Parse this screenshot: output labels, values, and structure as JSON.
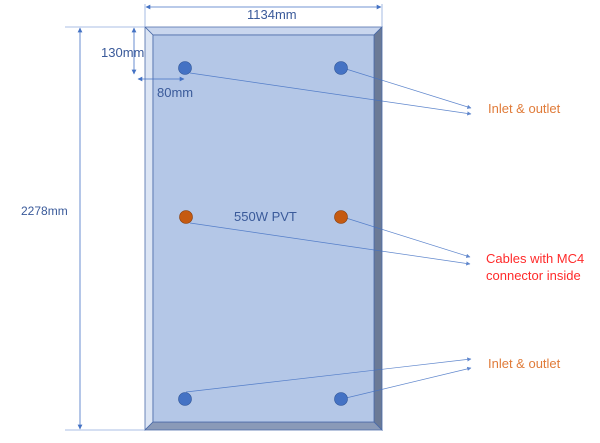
{
  "diagram": {
    "panel_label": "550W PVT",
    "dimensions": {
      "width": "1134mm",
      "height": "2278mm",
      "top_offset": "130mm",
      "side_offset": "80mm"
    },
    "callouts": [
      {
        "id": "top-ports",
        "text": "Inlet & outlet",
        "color": "#E07B39"
      },
      {
        "id": "cables",
        "text": "Cables with MC4 connector inside",
        "lines": [
          "Cables with MC4",
          "connector inside"
        ],
        "color": "#FF2A2A"
      },
      {
        "id": "bottom-ports",
        "text": "Inlet & outlet",
        "color": "#E07B39"
      }
    ],
    "ports": [
      {
        "type": "water",
        "position": "top-left",
        "color": "#4472C4"
      },
      {
        "type": "water",
        "position": "top-right",
        "color": "#4472C4"
      },
      {
        "type": "cable",
        "position": "middle-left",
        "color": "#C55A11"
      },
      {
        "type": "cable",
        "position": "middle-right",
        "color": "#C55A11"
      },
      {
        "type": "water",
        "position": "bottom-left",
        "color": "#4472C4"
      },
      {
        "type": "water",
        "position": "bottom-right",
        "color": "#4472C4"
      }
    ],
    "colors": {
      "panel_face": "#B4C7E7",
      "panel_bevel_dark": "#6B7A96",
      "dimension_line": "#4472C4"
    }
  }
}
